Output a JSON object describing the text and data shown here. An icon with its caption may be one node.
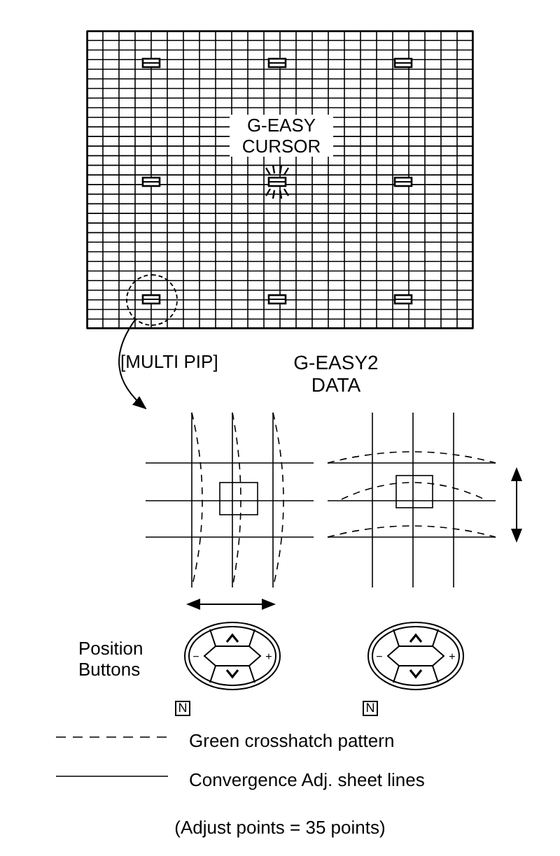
{
  "diagram": {
    "nodes": [
      {
        "text": [
          "G-EASY CURSOR"
        ]
      },
      {
        "text": [],
        "shape": "circle",
        "in": 0
      },
      {
        "text": [],
        "shape": "picture"
      }
    ],
    "edges": [
      {
        "from": 1,
        "to": 2,
        "arrow": "to"
      }
    ],
    "labels": [
      "[MULTI PIP]",
      "G-EASY2 DATA",
      "Position Buttons",
      "−",
      "+",
      "−",
      "+",
      "N",
      "N",
      "(Adjust points = 35 points)"
    ],
    "legend": [
      {
        "text": "Green crosshatch pattern"
      },
      {
        "text": "Convergence Adj. sheet lines"
      }
    ]
  }
}
